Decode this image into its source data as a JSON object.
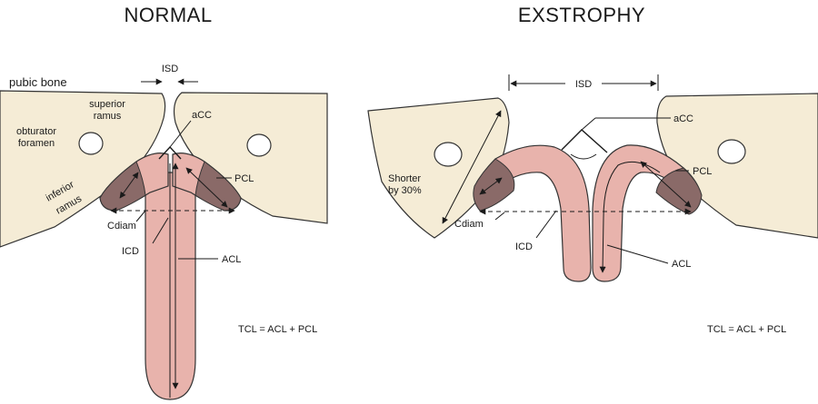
{
  "normal": {
    "title": "NORMAL",
    "pubic_bone": "pubic bone",
    "isd": "ISD",
    "superior": "superior",
    "ramus": "ramus",
    "obturator": "obturator",
    "foramen": "foramen",
    "inferior": "inferior",
    "inferior_ramus": "ramus",
    "acc": "aCC",
    "pcl": "PCL",
    "cdiam": "Cdiam",
    "icd": "ICD",
    "acl": "ACL",
    "formula": "TCL = ACL + PCL"
  },
  "exstrophy": {
    "title": "EXSTROPHY",
    "isd": "ISD",
    "acc": "aCC",
    "pcl": "PCL",
    "shorter": "Shorter",
    "by": "by 30%",
    "cdiam": "Cdiam",
    "icd": "ICD",
    "acl": "ACL",
    "formula": "TCL = ACL + PCL"
  },
  "colors": {
    "bone": "#f5ecd6",
    "corpus": "#e8b3ac",
    "corpus_base": "#8a6a68"
  }
}
